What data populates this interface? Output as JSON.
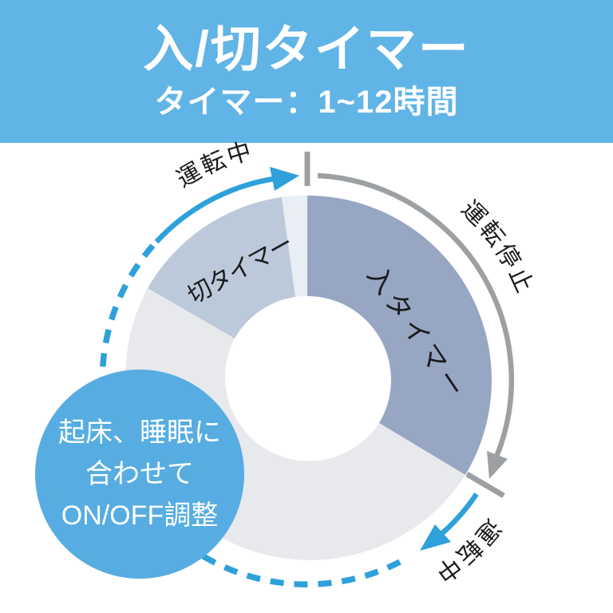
{
  "header": {
    "title": "入/切タイマー",
    "subtitle": "タイマー：1~12時間",
    "bg_color": "#61B4E6",
    "text_color": "#FFFFFF"
  },
  "diagram": {
    "cycle_labels": {
      "running_top": "運転中",
      "stopped": "運転停止",
      "running_bottom": "運転中"
    },
    "donut": {
      "segments": [
        {
          "name": "on-timer",
          "label": "入タイマー",
          "color": "#97A6C3",
          "start_deg": 0,
          "end_deg": 121
        },
        {
          "name": "idle",
          "label": "",
          "color": "#E7E9ED",
          "start_deg": 121,
          "end_deg": 300
        },
        {
          "name": "off-timer",
          "label": "切タイマー",
          "color": "#BCC9DA",
          "start_deg": 300,
          "end_deg": 352
        },
        {
          "name": "pre-start",
          "label": "",
          "color": "#E9EDF4",
          "start_deg": 352,
          "end_deg": 360
        }
      ],
      "hole_color": "#FFFFFF"
    },
    "colors": {
      "running_arc_blue": "#2EA1DB",
      "stopped_arc_gray": "#9DA0A3",
      "label_text": "#1B1B1B"
    }
  },
  "badge": {
    "lines": [
      "起床、睡眠に",
      "合わせて",
      "ON/OFF調整"
    ],
    "bg_color": "#57ADE1",
    "text_color": "#FFFFFF"
  }
}
